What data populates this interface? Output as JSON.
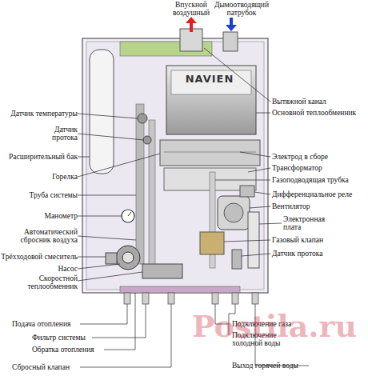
{
  "diagram": {
    "labels": [
      "Впускной воздушный",
      "Дымоотводящий патрубок",
      "Датчик температуры",
      "Датчик протока",
      "Расширительный бак",
      "Горелка",
      "Труба системы",
      "Манометр",
      "Автоматический сбросник воздуха",
      "Трёхходовой смеситель",
      "Насос",
      "Скоростной теплообменник",
      "Вытяжной канал",
      "Основной теплообменник",
      "Электрод в сборе",
      "Трансформатор",
      "Газоподводящая трубка",
      "Дифференциальное реле",
      "Вентилятор",
      "Электронная плата",
      "Газовый клапан",
      "Датчик протока",
      "Подача отопления",
      "Фильтр системы",
      "Обратка отопления",
      "Сбросный клапан",
      "Подключение газа",
      "Подключение холодной воды",
      "Выход горячей воды",
      "NAVIEN",
      "Postila.ru"
    ]
  }
}
